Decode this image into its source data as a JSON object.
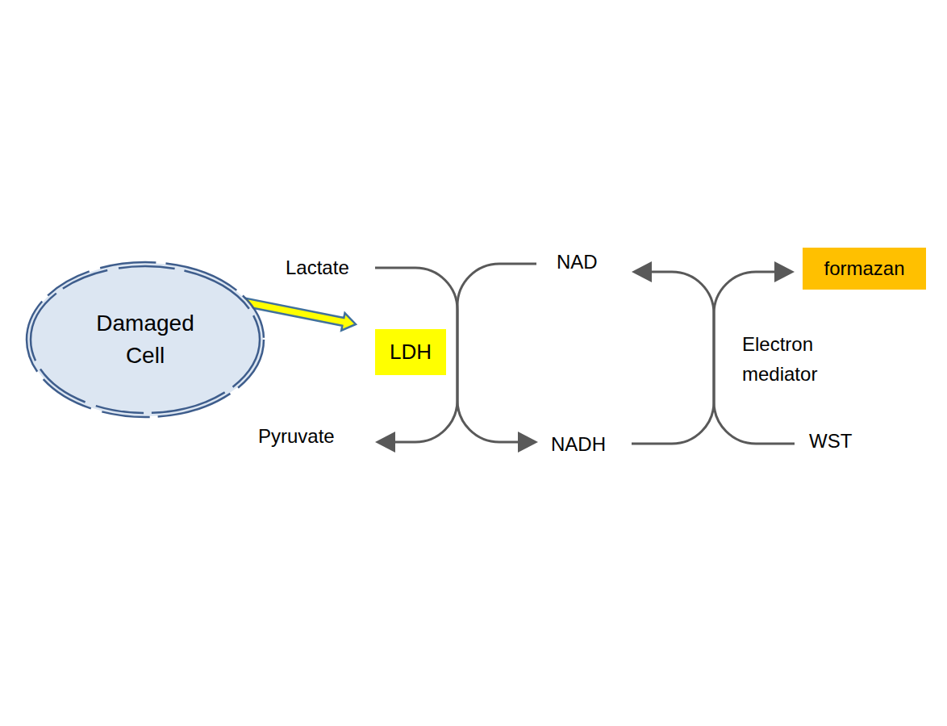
{
  "diagram": {
    "nodes": [
      {
        "text": [
          "Damaged Cell"
        ]
      },
      {
        "text": [
          "LDH"
        ]
      },
      {
        "text": [
          "formazan"
        ]
      }
    ],
    "edges": [
      {
        "from": 0,
        "to": 1,
        "arrow": "to"
      }
    ],
    "labels": [
      "Lactate",
      "Pyruvate",
      "NAD",
      "NADH",
      "Electron mediator",
      "WST"
    ]
  }
}
